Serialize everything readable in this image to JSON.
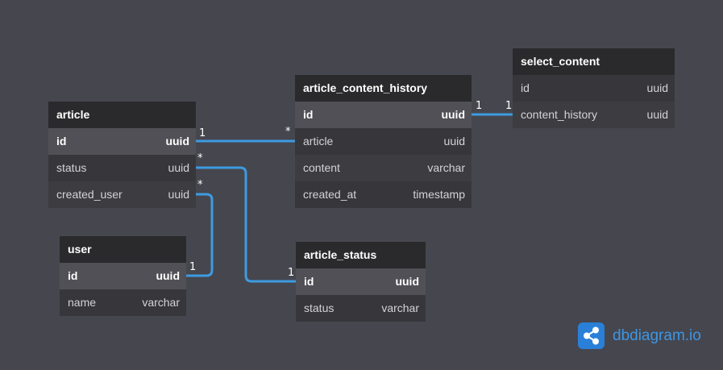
{
  "tables": {
    "article": {
      "title": "article",
      "fields": [
        {
          "name": "id",
          "type": "uuid"
        },
        {
          "name": "status",
          "type": "uuid"
        },
        {
          "name": "created_user",
          "type": "uuid"
        }
      ]
    },
    "article_content_history": {
      "title": "article_content_history",
      "fields": [
        {
          "name": "id",
          "type": "uuid"
        },
        {
          "name": "article",
          "type": "uuid"
        },
        {
          "name": "content",
          "type": "varchar"
        },
        {
          "name": "created_at",
          "type": "timestamp"
        }
      ]
    },
    "select_content": {
      "title": "select_content",
      "fields": [
        {
          "name": "id",
          "type": "uuid"
        },
        {
          "name": "content_history",
          "type": "uuid"
        }
      ]
    },
    "user": {
      "title": "user",
      "fields": [
        {
          "name": "id",
          "type": "uuid"
        },
        {
          "name": "name",
          "type": "varchar"
        }
      ]
    },
    "article_status": {
      "title": "article_status",
      "fields": [
        {
          "name": "id",
          "type": "uuid"
        },
        {
          "name": "status",
          "type": "varchar"
        }
      ]
    }
  },
  "relations": [
    {
      "from": "article_content_history.id",
      "to": "select_content.content_history",
      "from_card": "1",
      "to_card": "1"
    },
    {
      "from": "article.id",
      "to": "article_content_history.article",
      "from_card": "1",
      "to_card": "*"
    },
    {
      "from": "article.status",
      "to": "article_status.id",
      "from_card": "*",
      "to_card": "1"
    },
    {
      "from": "article.created_user",
      "to": "user.id",
      "from_card": "*",
      "to_card": "1"
    }
  ],
  "colors": {
    "canvas": "#46464e",
    "link": "#3d9be0",
    "header": "#2a2a2c",
    "brand": "#3d96e4"
  },
  "logo": {
    "icon": "share-nodes-icon",
    "text": "dbdiagram.io"
  }
}
